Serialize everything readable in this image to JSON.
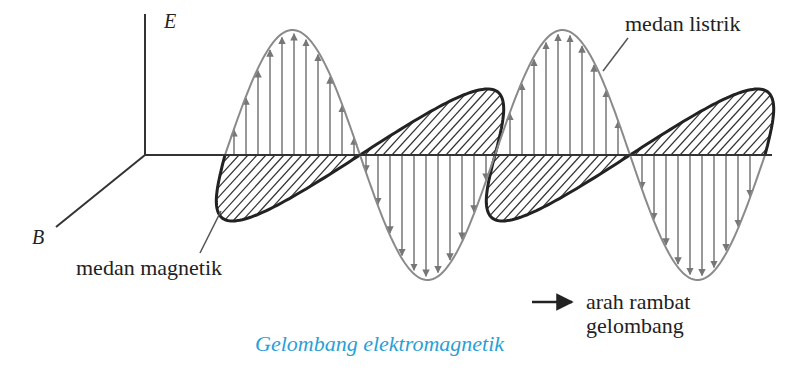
{
  "diagram": {
    "caption": "Gelombang elektromagnetik",
    "labels": [
      "E",
      "B",
      "medan listrik",
      "medan magnetik",
      "arah rambat gelombang"
    ]
  }
}
